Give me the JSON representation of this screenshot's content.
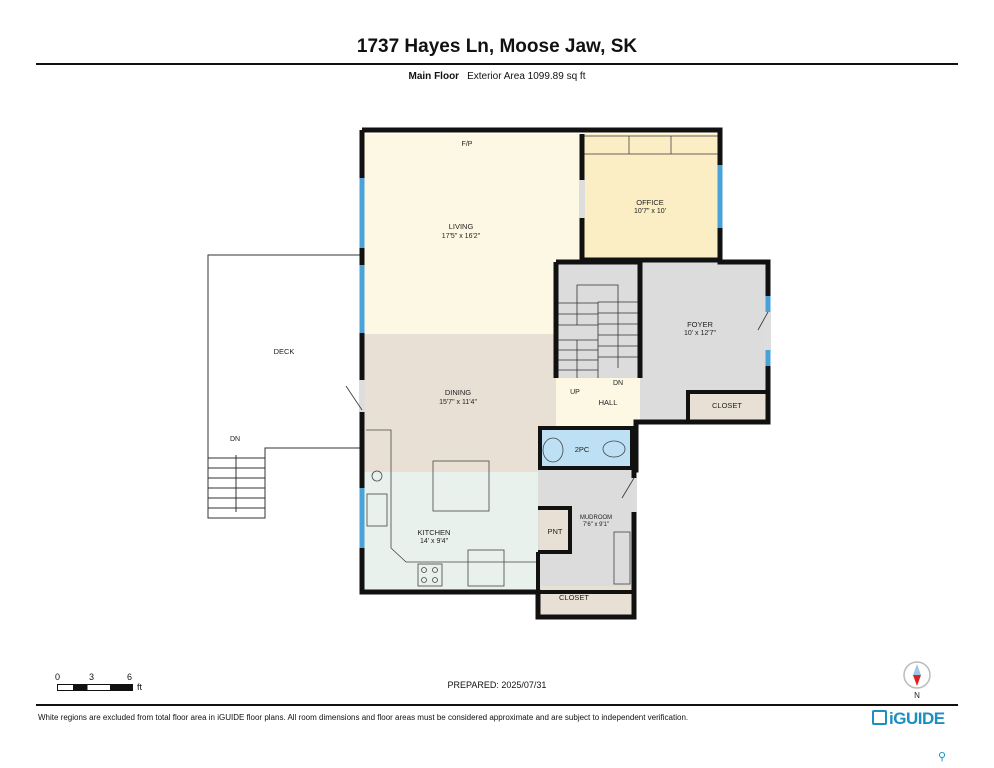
{
  "header": {
    "title": "1737 Hayes Ln, Moose Jaw, SK",
    "floor": "Main Floor",
    "area": "Exterior Area 1099.89 sq ft"
  },
  "rooms": {
    "living": {
      "name": "LIVING",
      "dims": "17'5\" x 16'2\""
    },
    "office": {
      "name": "OFFICE",
      "dims": "10'7\" x 10'"
    },
    "foyer": {
      "name": "FOYER",
      "dims": "10' x 12'7\""
    },
    "dining": {
      "name": "DINING",
      "dims": "15'7\" x 11'4\""
    },
    "kitchen": {
      "name": "KITCHEN",
      "dims": "14' x 9'4\""
    },
    "mudroom": {
      "name": "MUDROOM",
      "dims": "7'6\" x 9'1\""
    },
    "hall": "HALL",
    "closet_foyer": "CLOSET",
    "closet_mud": "CLOSET",
    "bath": "2PC",
    "pantry": "PNT",
    "deck": "DECK",
    "fp": "F/P",
    "up": "UP",
    "dn": "DN",
    "deck_dn": "DN"
  },
  "colors": {
    "living": "#fdf8e3",
    "office": "#fbedc4",
    "dining": "#e9e0d5",
    "kitchen": "#e9f1ec",
    "grey": "#dcdcdc",
    "bath": "#bde0f5",
    "closet": "#e9e0d5",
    "hall": "#fdf8e3",
    "window": "#4aa3d8"
  },
  "scale": {
    "t0": "0",
    "t3": "3",
    "t6": "6",
    "unit": "ft"
  },
  "prepared": "PREPARED: 2025/07/31",
  "compass_label": "N",
  "disclaimer": "White regions are excluded from total floor area in iGUIDE floor plans. All room dimensions and floor areas must be considered approximate and are subject to independent verification.",
  "brand": "iGUIDE"
}
